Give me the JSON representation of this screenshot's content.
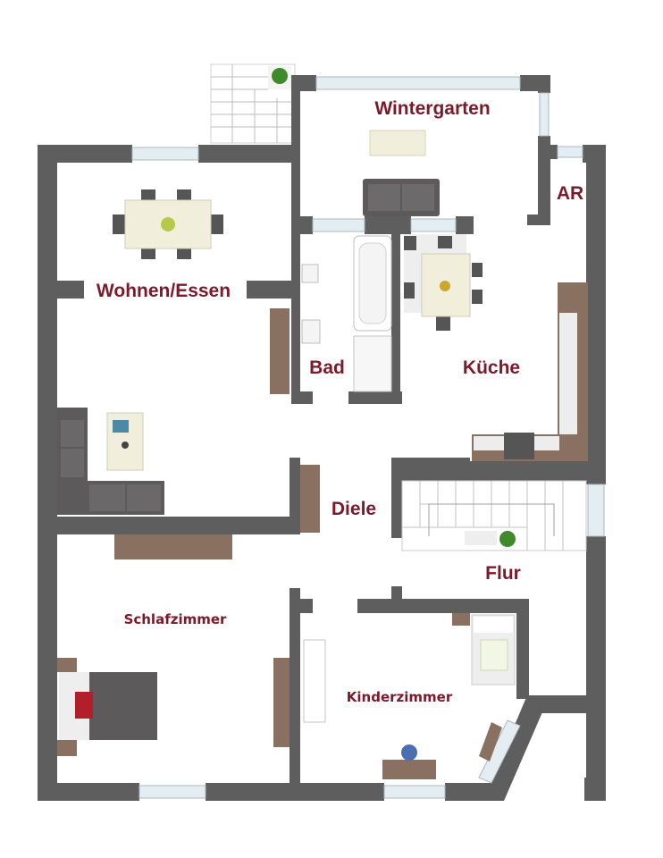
{
  "rooms": {
    "wintergarten": "Wintergarten",
    "ar": "AR",
    "wohnen_essen": "Wohnen/Essen",
    "bad": "Bad",
    "kueche": "Küche",
    "diele": "Diele",
    "flur": "Flur",
    "schlafzimmer": "Schlafzimmer",
    "kinderzimmer": "Kinderzimmer"
  },
  "colors": {
    "wall": "#5e5e5e",
    "label": "#7a1a2a",
    "wood": "#8a7060",
    "sofa": "#5c5a5a",
    "table": "#f1efdc",
    "plant": "#3f8a2a",
    "window": "#e4eef2"
  }
}
